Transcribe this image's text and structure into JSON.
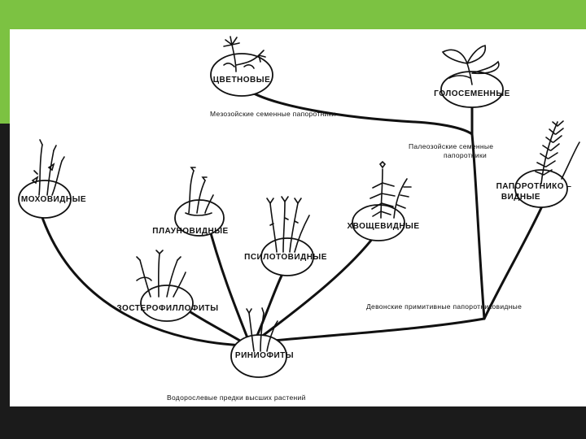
{
  "slide": {
    "colors": {
      "accent_green": "#7cc242",
      "background_dark": "#1b1b1b",
      "panel": "#ffffff",
      "ink": "#111111"
    }
  },
  "diagram": {
    "groups": {
      "flowering": "ЦВЕТНОВЫЕ",
      "gymnosperms": "ГОЛОСЕМЕННЫЕ",
      "mosses": "МОХОВИДНЫЕ",
      "ferns_line1": "ПАПОРОТНИКО –",
      "ferns_line2": "ВИДНЫЕ",
      "lycopods": "ПЛАУНОВИДНЫЕ",
      "horsetails": "ХВОЩЕВИДНЫЕ",
      "psilotes": "ПСИЛОТОВИДНЫЕ",
      "zosterophylls": "ЗОСТЕРОФИЛЛОФИТЫ",
      "rhyniophytes": "РИНИОФИТЫ"
    },
    "notes": {
      "mesozoic": "Мезозойские семенные папоротники",
      "paleozoic_line1": "Палеозойские семенные",
      "paleozoic_line2": "папоротники",
      "devonian": "Девонские примитивные папоротниковидные",
      "algal_ancestors": "Водорослевые предки высших растений"
    }
  }
}
